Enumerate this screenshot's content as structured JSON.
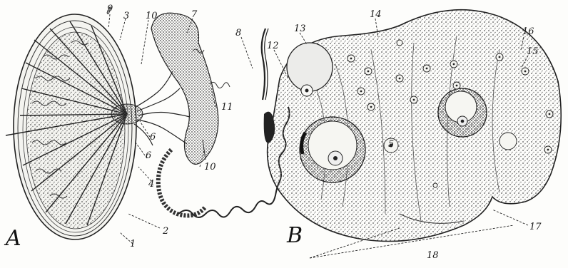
{
  "figure": {
    "panels": [
      {
        "label": "A"
      },
      {
        "label": "B"
      }
    ],
    "labels": [
      "9",
      "3",
      "10",
      "7",
      "8",
      "11",
      "6",
      "6",
      "4",
      "10",
      "2",
      "1",
      "12",
      "13",
      "14",
      "16",
      "15",
      "5",
      "17",
      "18"
    ],
    "colors": {
      "ink": "#1a1a1a",
      "paper": "#fdfdfb",
      "tissue": "#8a8a86"
    }
  }
}
